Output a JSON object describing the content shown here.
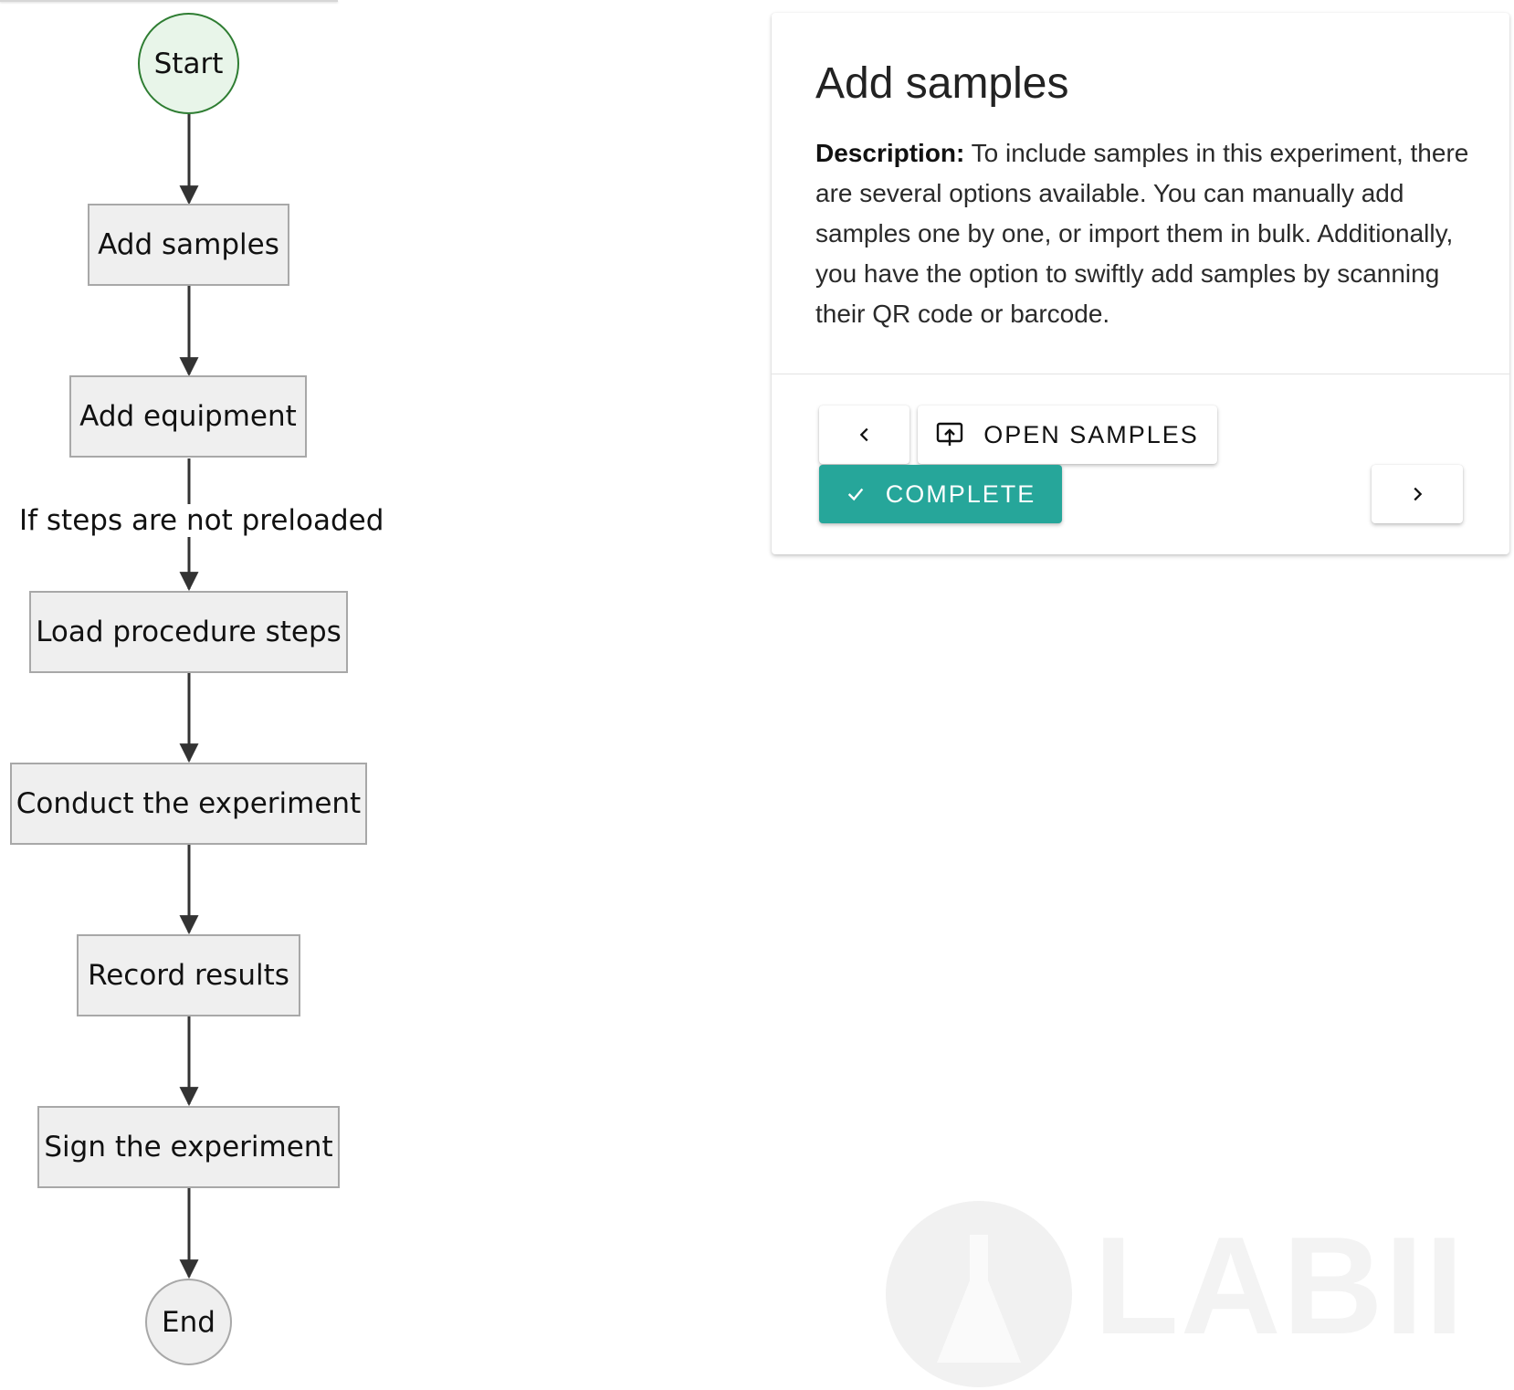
{
  "flowchart": {
    "nodes": {
      "start": "Start",
      "add_samples": "Add samples",
      "add_equipment": "Add equipment",
      "load_steps": "Load procedure steps",
      "conduct": "Conduct the experiment",
      "record": "Record results",
      "sign": "Sign the experiment",
      "end": "End"
    },
    "edge_label": "If steps are not preloaded"
  },
  "card": {
    "title": "Add samples",
    "description_label": "Description:",
    "description_text": " To include samples in this experiment, there are several options available. You can manually add samples one by one, or import them in bulk. Additionally, you have the option to swiftly add samples by scanning their QR code or barcode.",
    "buttons": {
      "open_samples": "OPEN SAMPLES",
      "complete": "COMPLETE"
    }
  },
  "colors": {
    "start_fill": "#e8f5e9",
    "start_border": "#2e7d32",
    "complete_button": "#26a69a"
  },
  "watermark": {
    "logo_text": "LABII"
  }
}
